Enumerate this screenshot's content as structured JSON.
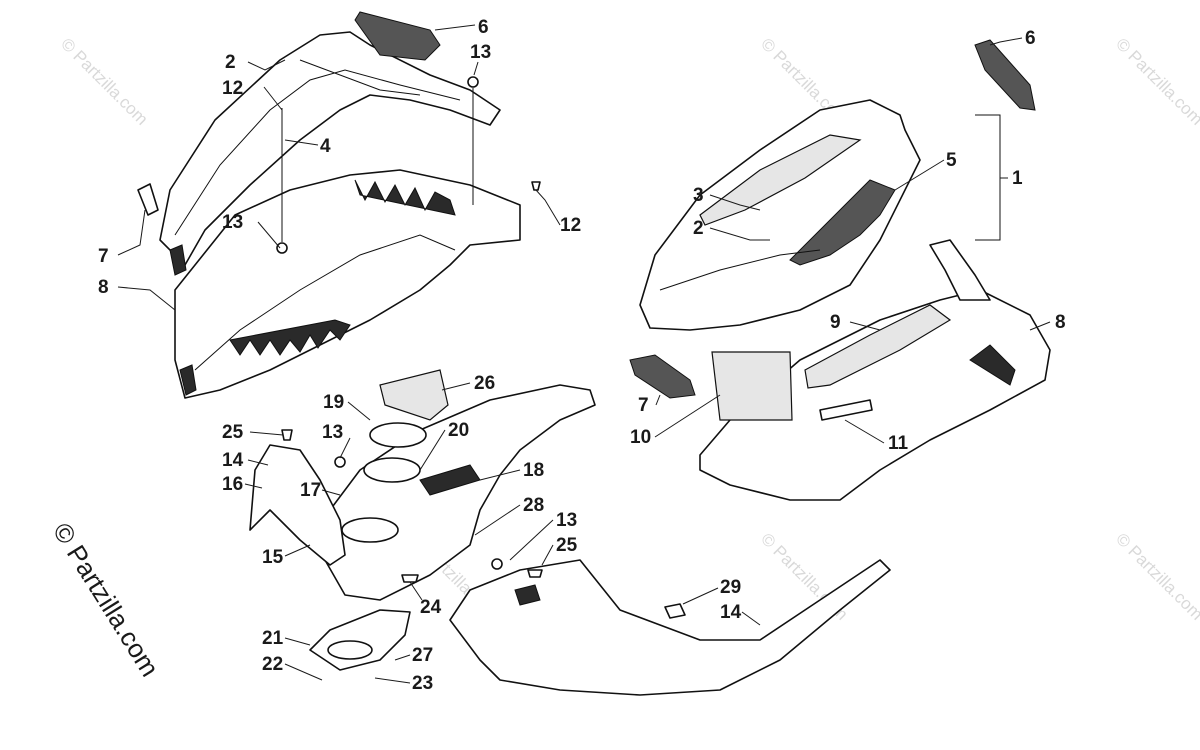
{
  "watermark_text": "© Partzilla.com",
  "credit_text": "© Partzilla.com",
  "callouts": [
    {
      "id": "c6a",
      "label": "6"
    },
    {
      "id": "c13a",
      "label": "13"
    },
    {
      "id": "c2a",
      "label": "2"
    },
    {
      "id": "c12a",
      "label": "12"
    },
    {
      "id": "c4",
      "label": "4"
    },
    {
      "id": "c12b",
      "label": "12"
    },
    {
      "id": "c13b",
      "label": "13"
    },
    {
      "id": "c7a",
      "label": "7"
    },
    {
      "id": "c8a",
      "label": "8"
    },
    {
      "id": "c6b",
      "label": "6"
    },
    {
      "id": "c5",
      "label": "5"
    },
    {
      "id": "c1",
      "label": "1"
    },
    {
      "id": "c3",
      "label": "3"
    },
    {
      "id": "c2b",
      "label": "2"
    },
    {
      "id": "c9",
      "label": "9"
    },
    {
      "id": "c8b",
      "label": "8"
    },
    {
      "id": "c7b",
      "label": "7"
    },
    {
      "id": "c10",
      "label": "10"
    },
    {
      "id": "c11",
      "label": "11"
    },
    {
      "id": "c26",
      "label": "26"
    },
    {
      "id": "c19",
      "label": "19"
    },
    {
      "id": "c20",
      "label": "20"
    },
    {
      "id": "c25a",
      "label": "25"
    },
    {
      "id": "c13c",
      "label": "13"
    },
    {
      "id": "c14a",
      "label": "14"
    },
    {
      "id": "c16",
      "label": "16"
    },
    {
      "id": "c17",
      "label": "17"
    },
    {
      "id": "c18",
      "label": "18"
    },
    {
      "id": "c28",
      "label": "28"
    },
    {
      "id": "c15",
      "label": "15"
    },
    {
      "id": "c13d",
      "label": "13"
    },
    {
      "id": "c25b",
      "label": "25"
    },
    {
      "id": "c24",
      "label": "24"
    },
    {
      "id": "c29",
      "label": "29"
    },
    {
      "id": "c14b",
      "label": "14"
    },
    {
      "id": "c21",
      "label": "21"
    },
    {
      "id": "c27",
      "label": "27"
    },
    {
      "id": "c22",
      "label": "22"
    },
    {
      "id": "c23",
      "label": "23"
    }
  ]
}
